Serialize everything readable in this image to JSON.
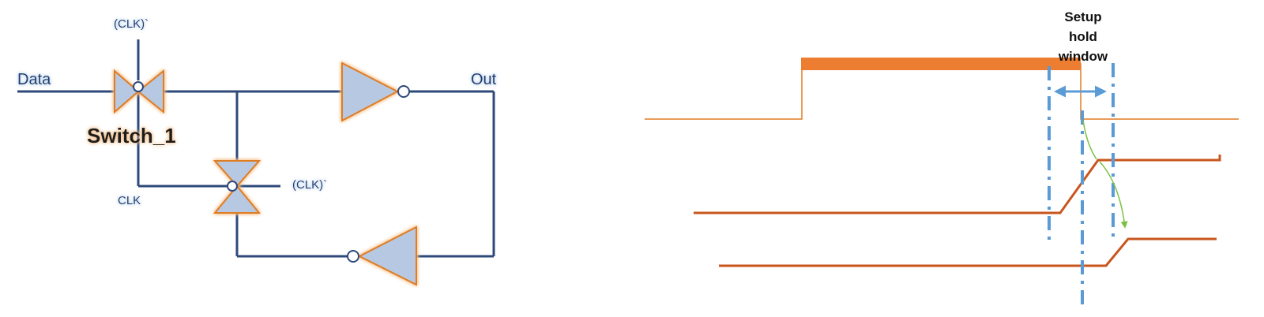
{
  "circuit": {
    "data_label": "Data",
    "out_label": "Out",
    "clk_bar_top_label": "(CLK)`",
    "clk_bar_right_label": "(CLK)`",
    "clk_label": "CLK",
    "switch_label": "Switch_1"
  },
  "timing": {
    "window_line1": "Setup",
    "window_line2": "hold",
    "window_line3": "window"
  },
  "colors": {
    "wire": "#2e4a7a",
    "gate_fill": "#b7c9e2",
    "gate_outline": "#e07b20",
    "waveform": "#c8561d",
    "window_marker": "#5b9bd5",
    "transition_arrow": "#7ac143"
  }
}
